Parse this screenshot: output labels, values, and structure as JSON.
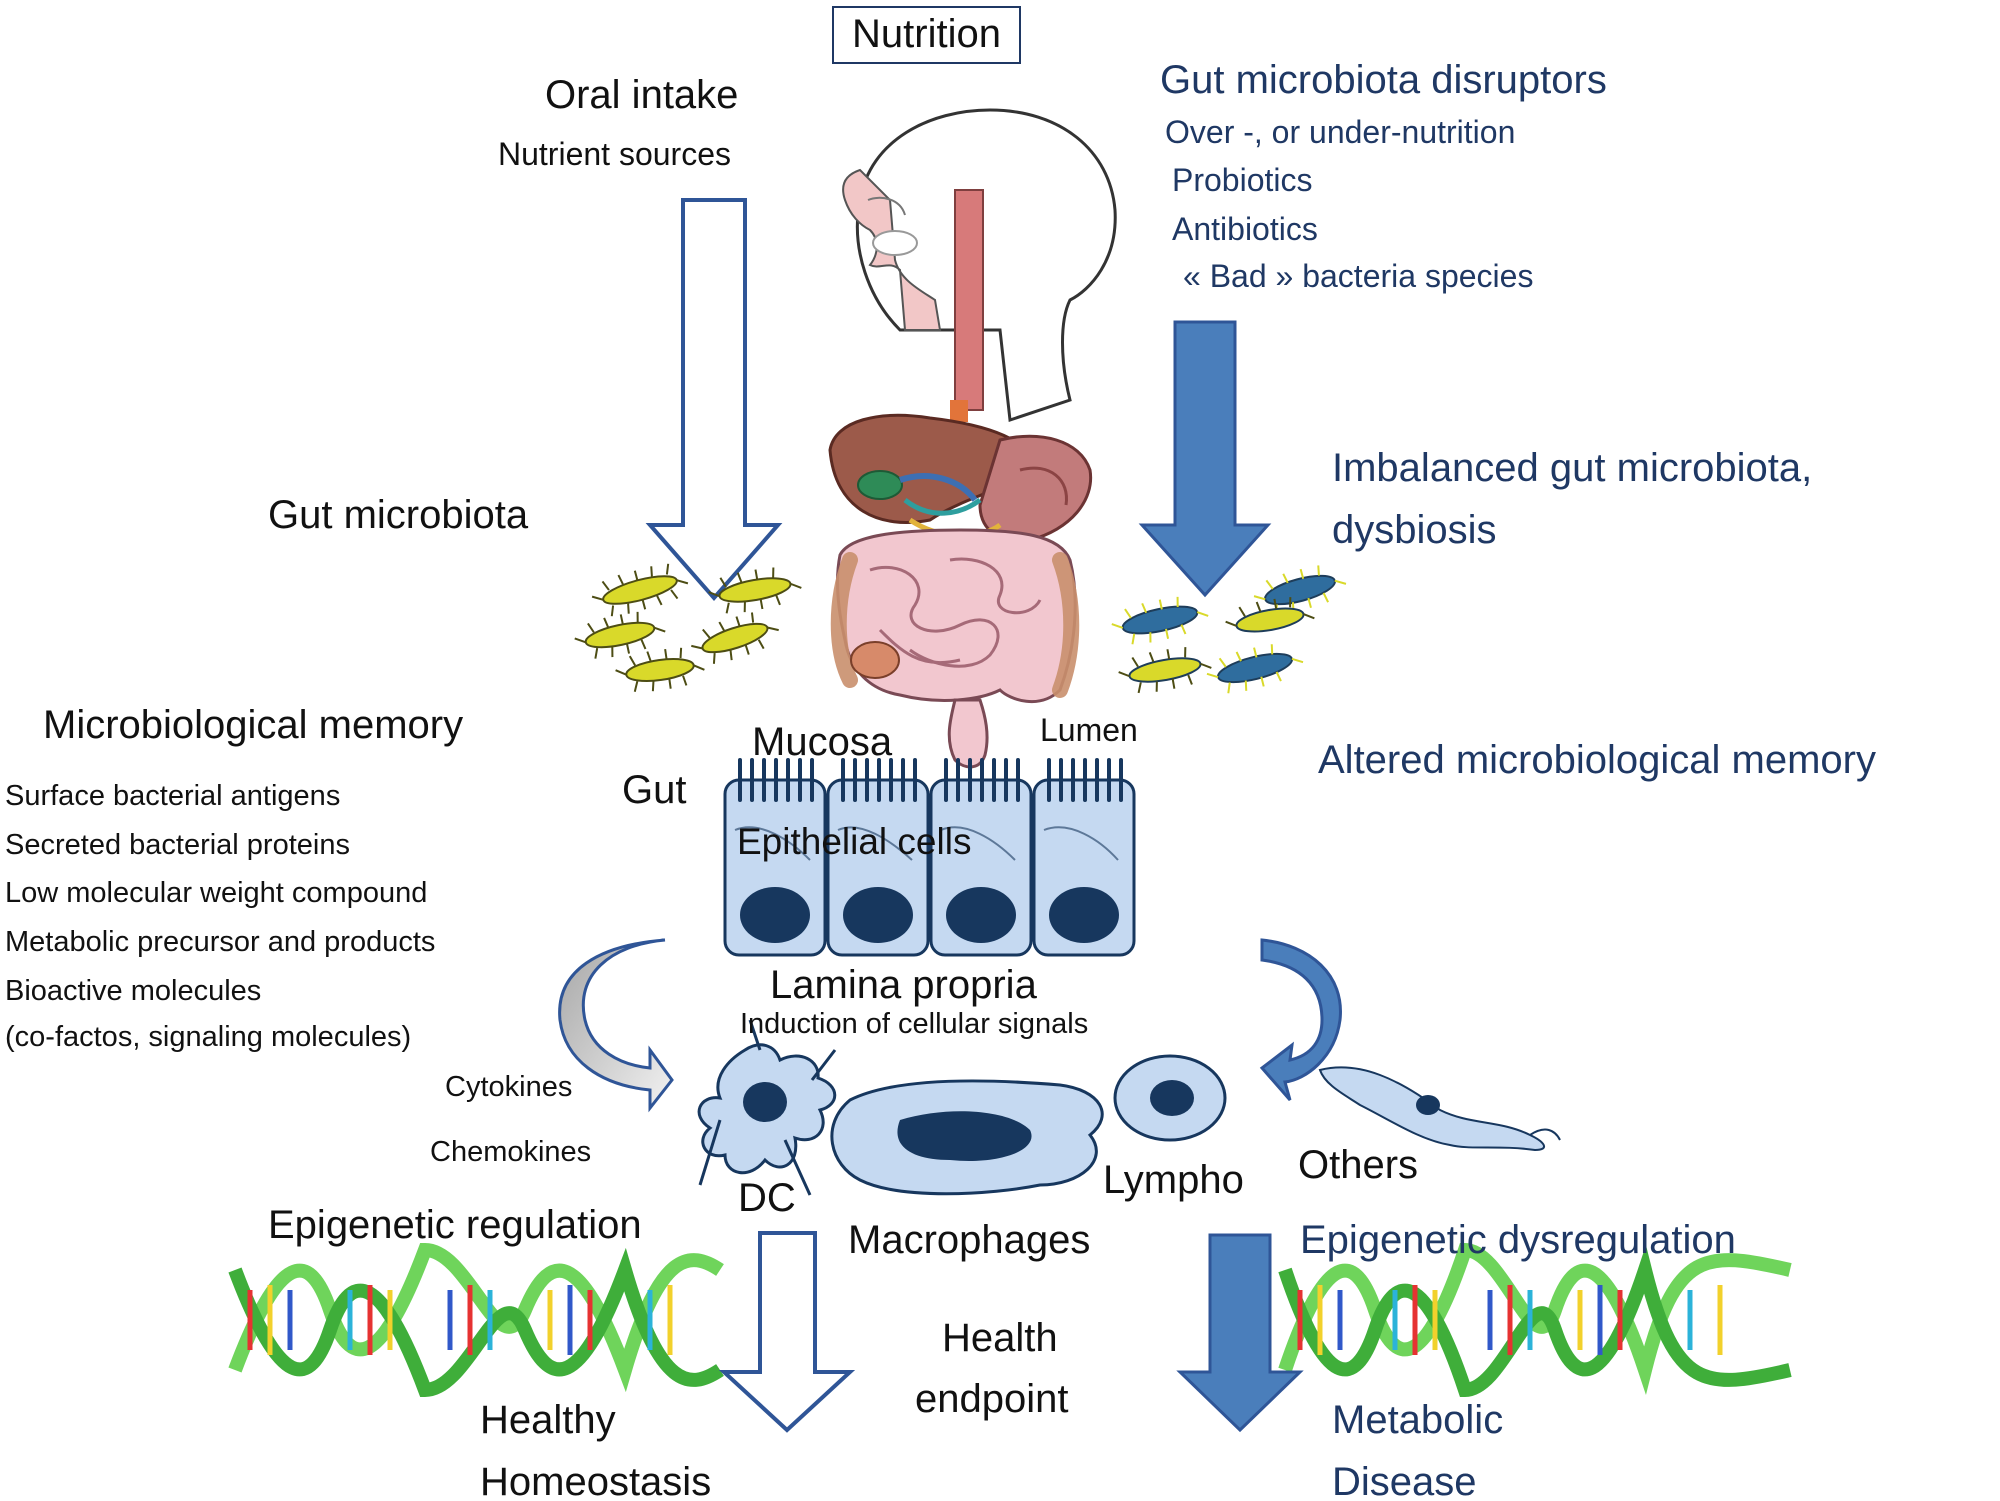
{
  "header": {
    "nutrition": "Nutrition"
  },
  "left": {
    "oral_intake": "Oral intake",
    "nutrient_sources": "Nutrient sources",
    "gut_microbiota": "Gut microbiota",
    "memory_title": "Microbiological memory",
    "memory_items": [
      "Surface bacterial antigens",
      "Secreted bacterial proteins",
      "Low molecular weight compound",
      "Metabolic precursor and products",
      "Bioactive molecules",
      "(co-factos, signaling molecules)"
    ],
    "cytokines": "Cytokines",
    "chemokines": "Chemokines",
    "epigenetic": "Epigenetic  regulation",
    "healthy": "Healthy",
    "homeostasis": "Homeostasis"
  },
  "right": {
    "disruptors_title": "Gut microbiota disruptors",
    "disruptors": [
      "Over -, or under-nutrition",
      "Probiotics",
      "Antibiotics",
      "« Bad » bacteria species"
    ],
    "imbalanced_line1": "Imbalanced gut microbiota,",
    "imbalanced_line2": "dysbiosis",
    "altered_memory": "Altered microbiological memory",
    "epigenetic": "Epigenetic  dysregulation",
    "metabolic": "Metabolic",
    "disease": "Disease"
  },
  "center": {
    "mucosa": "Mucosa",
    "lumen": "Lumen",
    "gut": "Gut",
    "epithelial": "Epithelial  cells",
    "lamina": "Lamina propria",
    "induction": "Induction of cellular signals",
    "dc": "DC",
    "macrophages": "Macrophages",
    "lympho": "Lympho",
    "others": "Others",
    "health_line1": "Health",
    "health_line2": "endpoint"
  },
  "colors": {
    "navy_text": "#1f3864",
    "blue_fill": "#4a7ebb",
    "arrow_outline": "#2f5597",
    "cell_fill": "#c5d9f1",
    "nucleus": "#17375e",
    "dna_green": "#6fd45b",
    "bacteria_yellow": "#d9d92a",
    "bacteria_blue": "#2f6d9e"
  }
}
